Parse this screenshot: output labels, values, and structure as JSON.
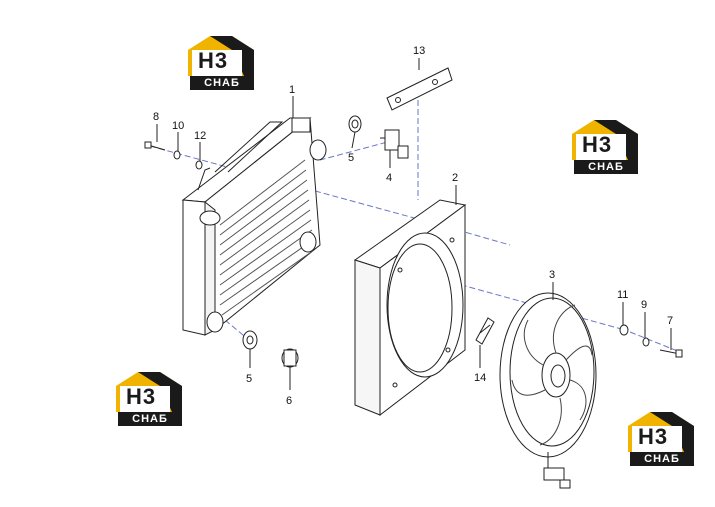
{
  "callouts": {
    "c1": "1",
    "c2": "2",
    "c3": "3",
    "c4": "4",
    "c5a": "5",
    "c5b": "5",
    "c6": "6",
    "c7": "7",
    "c8": "8",
    "c9": "9",
    "c10": "10",
    "c11": "11",
    "c12": "12",
    "c13": "13",
    "c14": "14"
  },
  "watermark": {
    "letters": "H3",
    "word": "СНАБ",
    "accent": "#f0b400",
    "dark": "#1a1a1a"
  }
}
